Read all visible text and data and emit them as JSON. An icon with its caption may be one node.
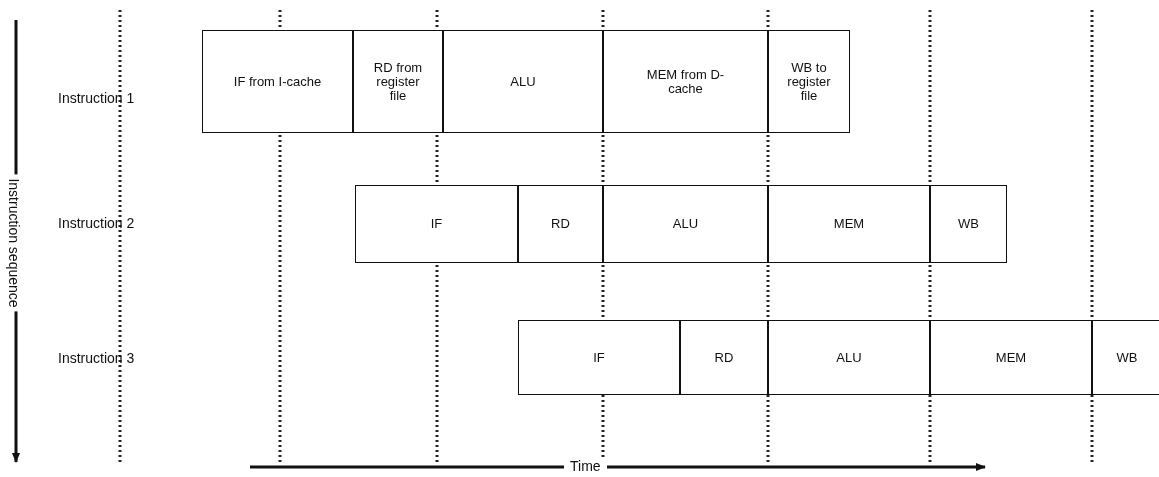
{
  "diagram": {
    "nodes": [
      {
        "text": [
          "IF from I-cache"
        ]
      },
      {
        "text": [
          "RD from register file"
        ]
      },
      {
        "text": [
          "ALU"
        ]
      },
      {
        "text": [
          "MEM from D-cache"
        ]
      },
      {
        "text": [
          "WB to register file"
        ]
      },
      {
        "text": [
          "IF"
        ]
      },
      {
        "text": [
          "RD"
        ]
      },
      {
        "text": [
          "ALU"
        ]
      },
      {
        "text": [
          "MEM"
        ]
      },
      {
        "text": [
          "WB"
        ]
      },
      {
        "text": [
          "IF"
        ]
      },
      {
        "text": [
          "RD"
        ]
      },
      {
        "text": [
          "ALU"
        ]
      },
      {
        "text": [
          "MEM"
        ]
      },
      {
        "text": [
          "WB"
        ]
      }
    ],
    "edges": [],
    "labels": [
      "Instruction sequence",
      "Instruction 1",
      "Instruction 2",
      "Instruction 3",
      "Time"
    ]
  }
}
